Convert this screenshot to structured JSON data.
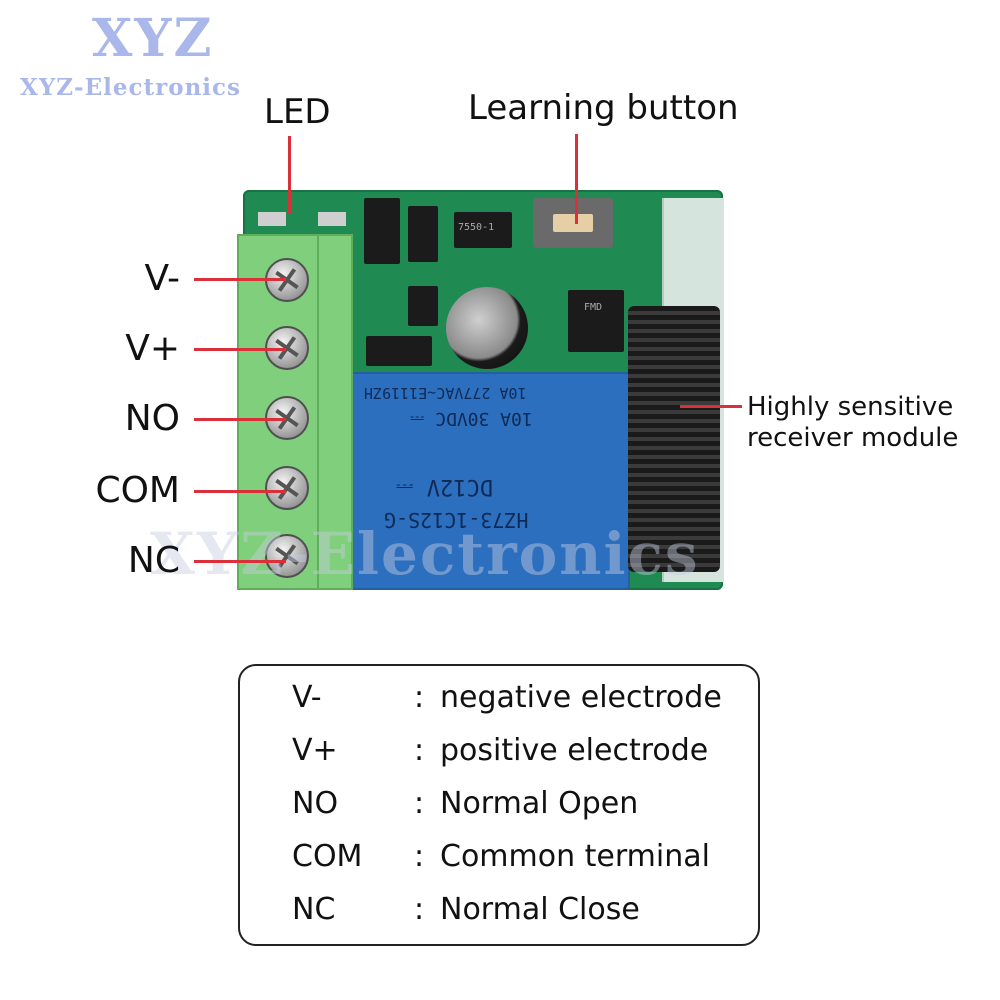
{
  "brand": {
    "mark": "XYZ",
    "name": "XYZ-Electronics",
    "watermark": "XYZ-Electronics"
  },
  "callouts": {
    "led": "LED",
    "learning_button": "Learning button",
    "receiver_line1": "Highly sensitive",
    "receiver_line2": "receiver module"
  },
  "pins": [
    "V-",
    "V+",
    "NO",
    "COM",
    "NC"
  ],
  "relay": {
    "line1": "10A 277VAC~E1119ZH",
    "line2": "10A 30VDC ⎓",
    "line3": "DC12V ⎓",
    "line4": "HZ73-1C12S-G"
  },
  "chips": {
    "regulator": "7550-1",
    "decoder": "FMD"
  },
  "legend": [
    {
      "term": "V-",
      "sep": ":",
      "desc": "negative electrode"
    },
    {
      "term": "V+",
      "sep": ":",
      "desc": "positive electrode"
    },
    {
      "term": "NO",
      "sep": ":",
      "desc": "Normal Open"
    },
    {
      "term": "COM",
      "sep": ":",
      "desc": "Common terminal"
    },
    {
      "term": "NC",
      "sep": ":",
      "desc": "Normal Close"
    }
  ],
  "colors": {
    "lead_line": "#d9303a",
    "pcb": "#1f8a52",
    "terminal_block": "#7fcf7c",
    "relay": "#2d6fbf",
    "brand": "#a9b7ea"
  }
}
